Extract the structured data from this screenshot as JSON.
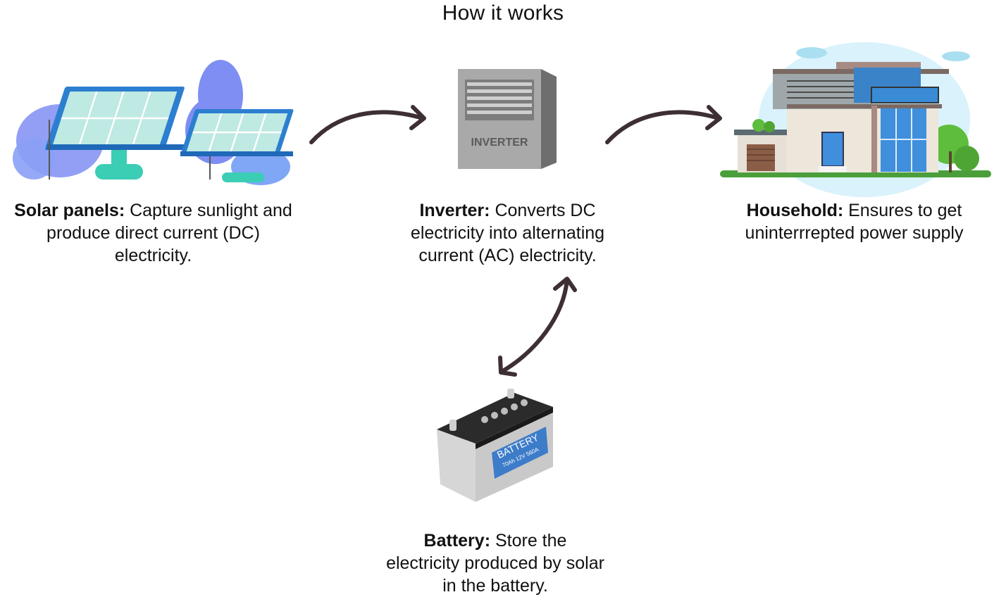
{
  "title": "How it works",
  "nodes": {
    "solar": {
      "label": "Solar panels:",
      "text": " Capture sunlight and produce direct current (DC) electricity."
    },
    "inverter": {
      "label": "Inverter:",
      "text": " Converts DC electricity into alternating current (AC) electricity.",
      "device_text": "INVERTER"
    },
    "household": {
      "label": "Household:",
      "text": " Ensures to get uninterrrepted power supply"
    },
    "battery": {
      "label": "Battery:",
      "text": " Store the electricity produced by solar in the battery.",
      "device_text": "BATTERY",
      "device_spec": "70Ah 12V 560A"
    }
  },
  "colors": {
    "arrow": "#3d2f33",
    "panel": "#2c7fd0",
    "tree": "#7e8ff2",
    "stand": "#3ccdb5",
    "sky": "#d9f2fb"
  }
}
